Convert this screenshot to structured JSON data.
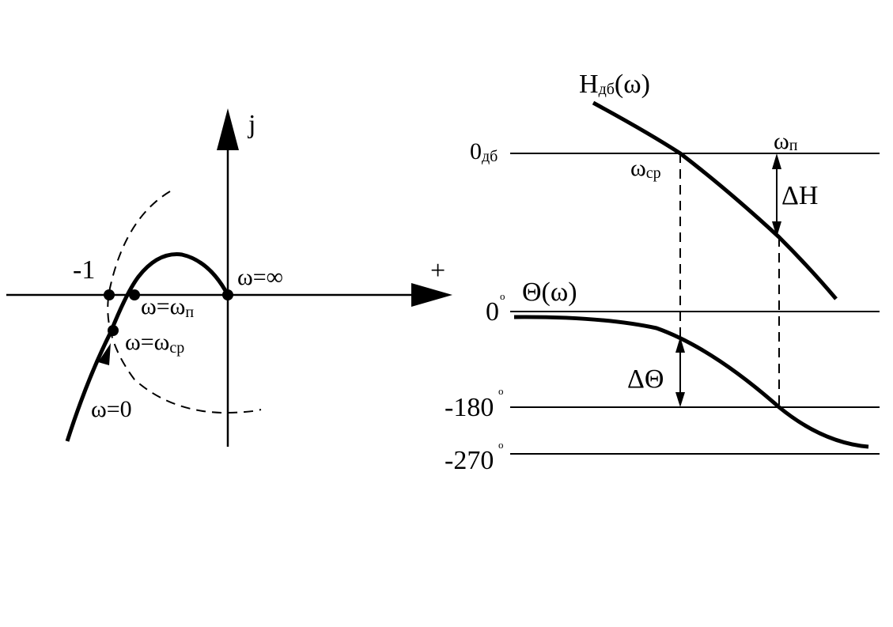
{
  "nyquist": {
    "axis_imag_label": "j",
    "axis_real_label": "+",
    "minus_one_label": "-1",
    "omega_inf_label": "ω=∞",
    "omega_n": {
      "main": "ω=ω",
      "sub": "п"
    },
    "omega_cp": {
      "main": "ω=ω",
      "sub": "ср"
    },
    "omega_zero_label": "ω=0"
  },
  "bode": {
    "magnitude_label": {
      "main": "H",
      "sub": "дб",
      "tail": "(ω)"
    },
    "zero_db_label": {
      "main": "0",
      "sub": "дб"
    },
    "omega_n_label": {
      "main": "ω",
      "sub": "п"
    },
    "omega_cp_label": {
      "main": "ω",
      "sub": "ср"
    },
    "delta_h_label": "ΔH",
    "phase_label": "Θ(ω)",
    "zero_deg_label": "0",
    "minus180_label": "-180",
    "minus270_label": "-270",
    "degree_mark": "o",
    "delta_theta_label": "ΔΘ"
  },
  "colors": {
    "ink": "#000000",
    "background": "#ffffff"
  }
}
